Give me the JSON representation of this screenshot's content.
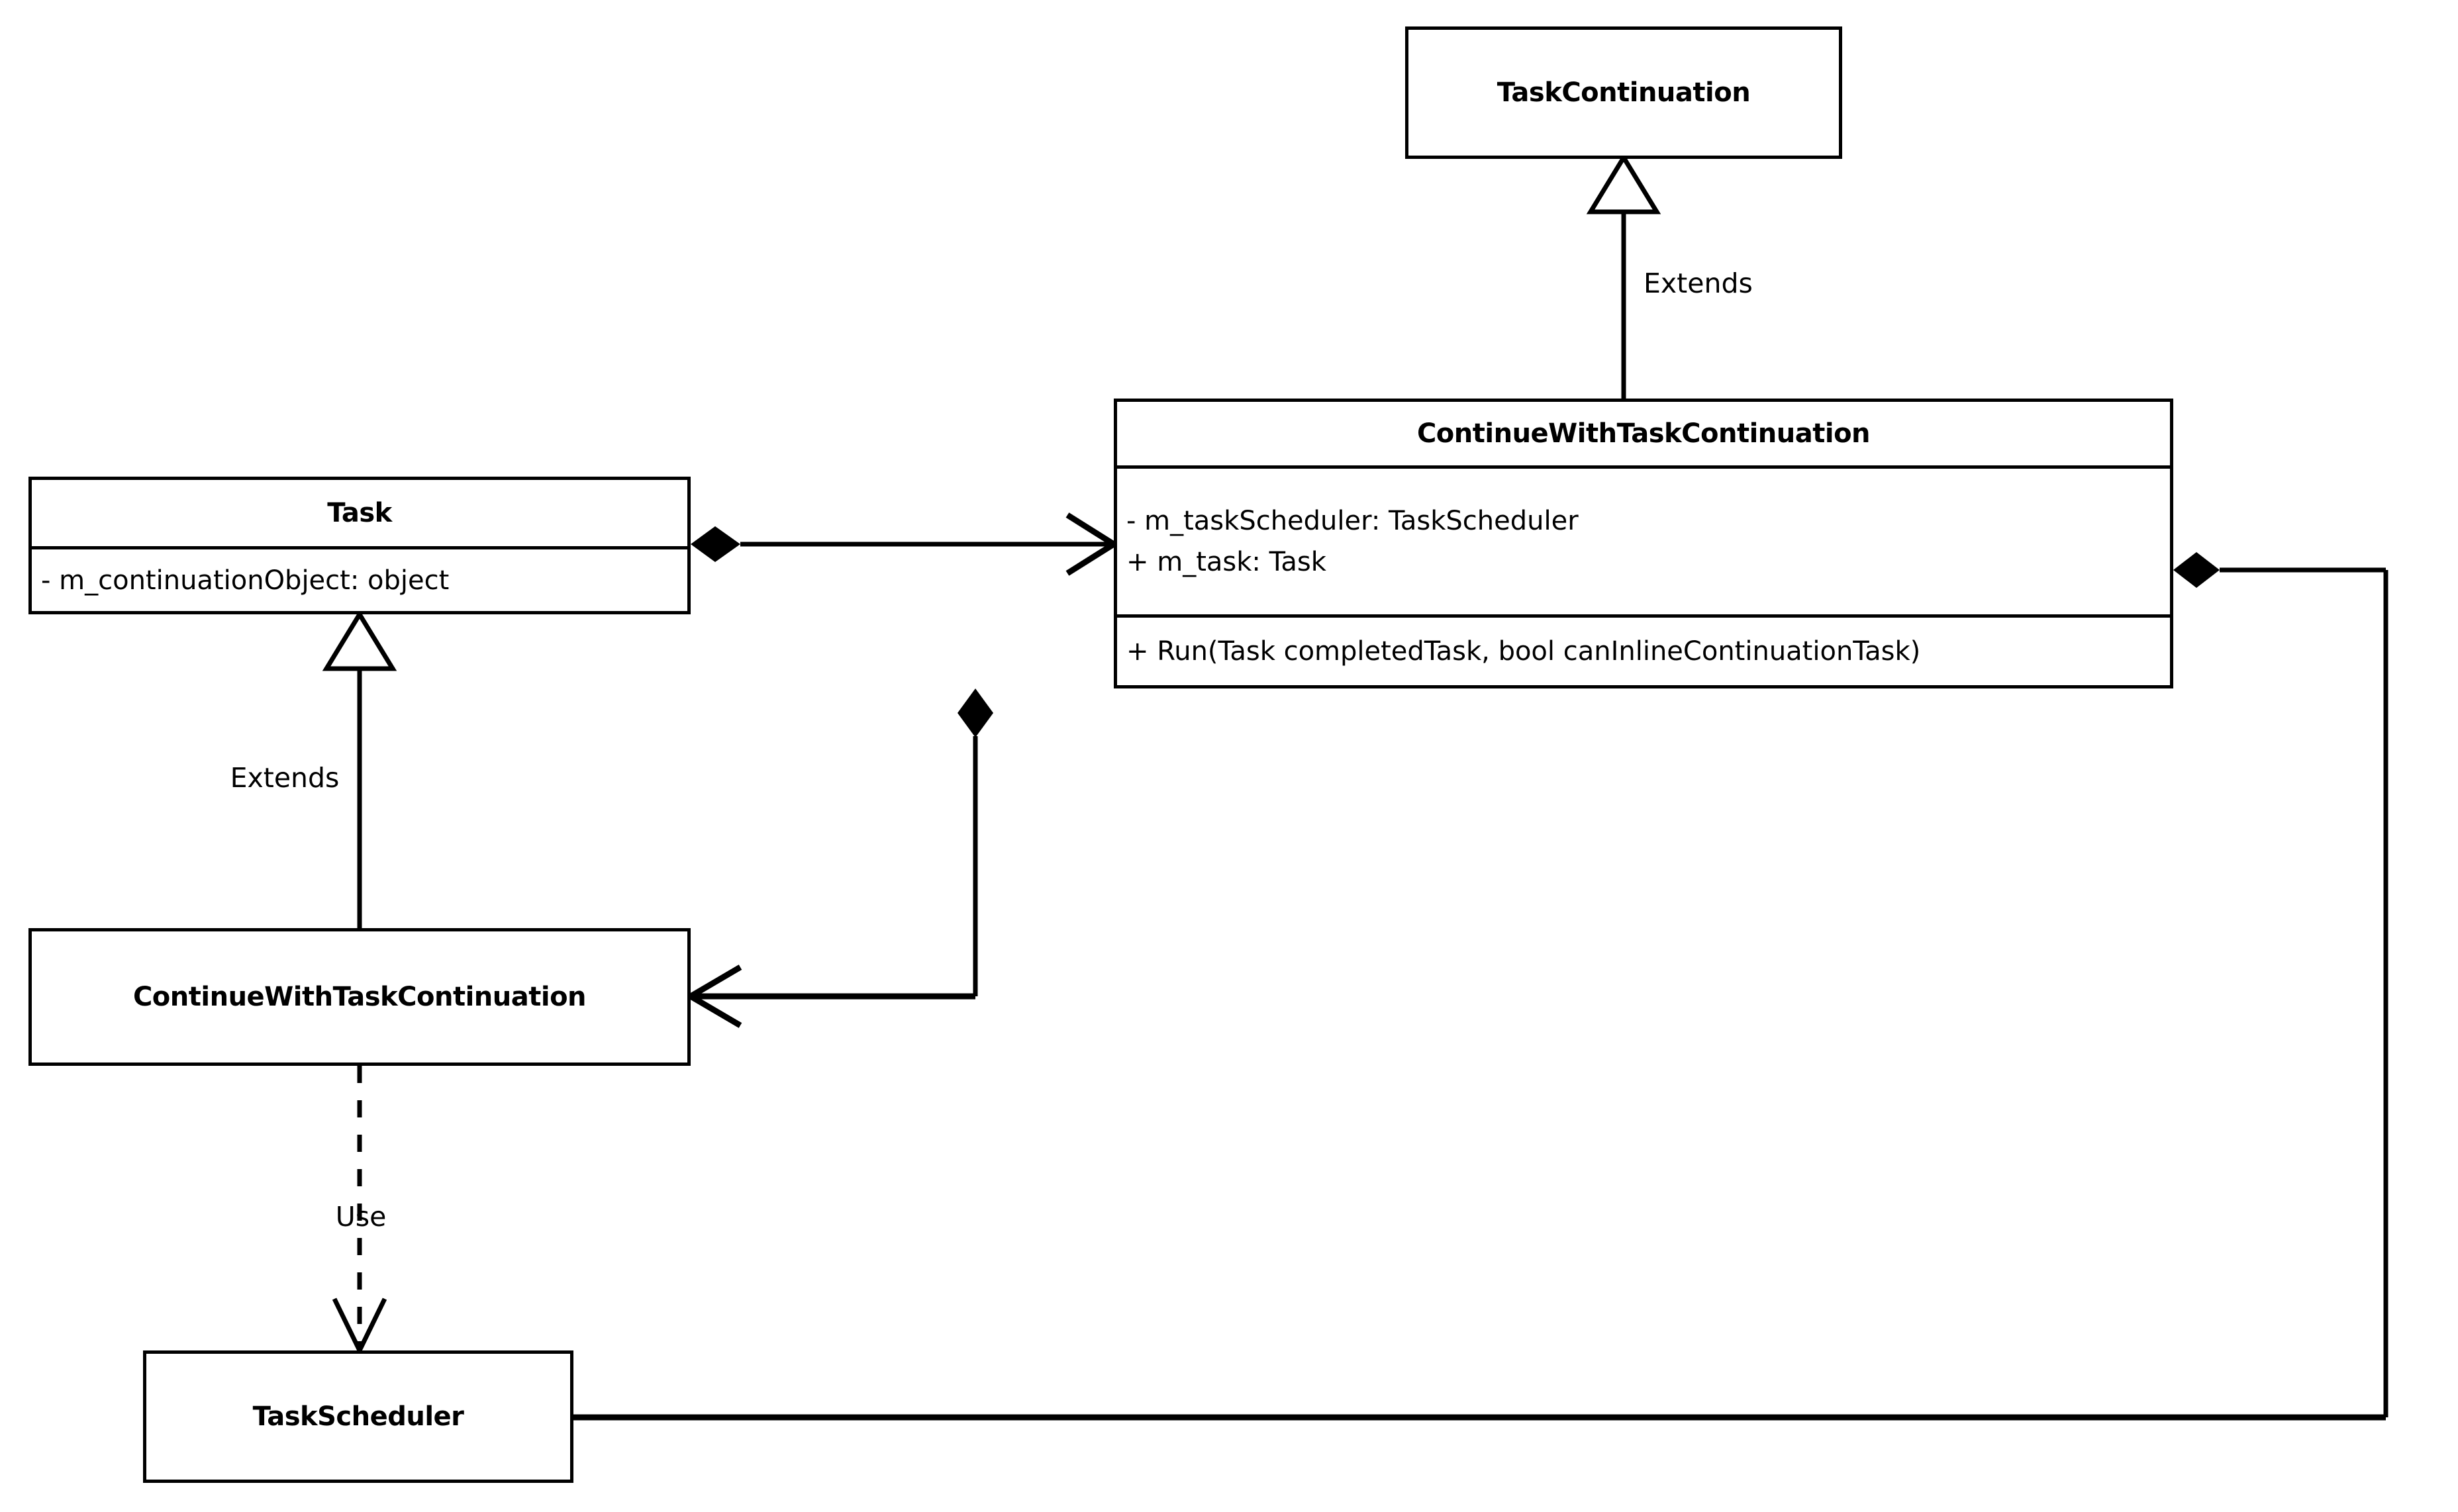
{
  "diagram": {
    "type": "uml-class-diagram",
    "background": "#ffffff",
    "stroke": "#000000"
  },
  "classes": [
    {
      "id": "task-continuation",
      "name": "TaskContinuation",
      "attributes": [],
      "operations": []
    },
    {
      "id": "task",
      "name": "Task",
      "attributes": [
        "- m_continuationObject: object"
      ],
      "operations": []
    },
    {
      "id": "continue-with-task-continuation-main",
      "name": "ContinueWithTaskContinuation",
      "attributes": [
        "- m_taskScheduler: TaskScheduler",
        "+ m_task: Task"
      ],
      "operations": [
        "+ Run(Task completedTask, bool canInlineContinuationTask)"
      ]
    },
    {
      "id": "continue-with-task-continuation-sub",
      "name": "ContinueWithTaskContinuation",
      "attributes": [],
      "operations": []
    },
    {
      "id": "task-scheduler",
      "name": "TaskScheduler",
      "attributes": [],
      "operations": []
    }
  ],
  "relationships": [
    {
      "id": "rel-extends-top",
      "kind": "generalization",
      "label": "Extends",
      "from": "continue-with-task-continuation-main",
      "to": "task-continuation"
    },
    {
      "id": "rel-extends-left",
      "kind": "generalization",
      "label": "Extends",
      "from": "continue-with-task-continuation-sub",
      "to": "task"
    },
    {
      "id": "rel-composition-task",
      "kind": "composition",
      "label": "",
      "from": "task",
      "to": "continue-with-task-continuation-main"
    },
    {
      "id": "rel-composition-sub",
      "kind": "composition",
      "label": "",
      "from": "continue-with-task-continuation-main",
      "to": "continue-with-task-continuation-sub"
    },
    {
      "id": "rel-composition-scheduler",
      "kind": "composition",
      "label": "",
      "from": "continue-with-task-continuation-main",
      "to": "task-scheduler"
    },
    {
      "id": "rel-use-scheduler",
      "kind": "dependency",
      "label": "Use",
      "from": "continue-with-task-continuation-sub",
      "to": "task-scheduler"
    }
  ],
  "labels": {
    "extends_top": "Extends",
    "extends_left": "Extends",
    "use": "Use"
  }
}
